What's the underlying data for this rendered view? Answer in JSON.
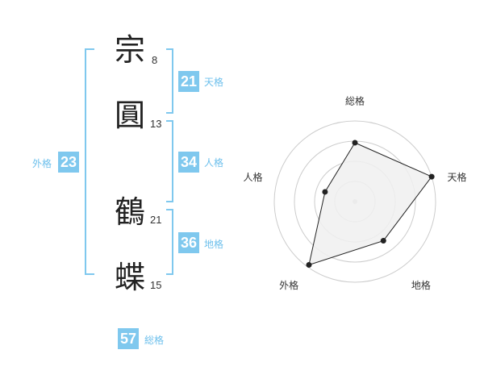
{
  "characters": [
    {
      "char": "宗",
      "strokes": "8"
    },
    {
      "char": "圓",
      "strokes": "13"
    },
    {
      "char": "鶴",
      "strokes": "21"
    },
    {
      "char": "蝶",
      "strokes": "15"
    }
  ],
  "fortunes": {
    "tenkaku": {
      "value": "21",
      "label": "天格"
    },
    "jinkaku": {
      "value": "34",
      "label": "人格"
    },
    "chikaku": {
      "value": "36",
      "label": "地格"
    },
    "gaikaku": {
      "value": "23",
      "label": "外格"
    },
    "soukaku": {
      "value": "57",
      "label": "総格"
    }
  },
  "chart_data": {
    "type": "radar",
    "axes": [
      "総格",
      "天格",
      "地格",
      "外格",
      "人格"
    ],
    "values": [
      0.73,
      1.0,
      0.6,
      0.97,
      0.39
    ],
    "rings": 4,
    "colors": {
      "fill": "#f0f0f0",
      "line": "#222222",
      "grid": "#cccccc",
      "accent": "#7fc8ee"
    }
  }
}
